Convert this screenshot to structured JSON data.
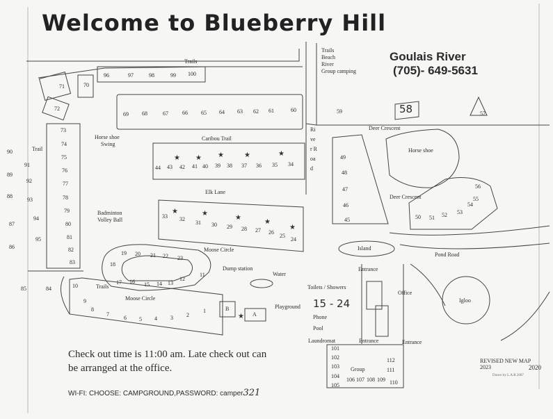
{
  "title": "Welcome to Blueberry Hill",
  "contact": {
    "place": "Goulais River",
    "phone": "(705)- 649-5631"
  },
  "notice": "Check out time is 11:00 am. Late check out can be arranged at the office.",
  "wifi": {
    "label": "WI-FI: CHOOSE: CAMPGROUND,PASSWORD: camper",
    "password_suffix": "321"
  },
  "revised": {
    "text": "REVISED NEW MAP 2023",
    "year": "2020",
    "credit": "Drawn by L.A.R 2007"
  },
  "labels": {
    "trails_top": "Trails",
    "trails_right": "Trails",
    "beach": "Beach",
    "river": "River",
    "group_camping": "Group camping",
    "trail_left": "Trail",
    "trails_bottom": "Trails",
    "horse_shoe_swing_1": "Horse shoe",
    "horse_shoe_swing_2": "Swing",
    "caribou_trail": "Caribou Trail",
    "elk_lane": "Elk Lane",
    "badminton": "Badminton",
    "volley_ball": "Volley Ball",
    "moose_circle_upper": "Moose Circle",
    "moose_circle_lower": "Moose Circle",
    "dump_station": "Dump station",
    "water": "Water",
    "playground": "Playground",
    "river_road": "River Road",
    "deer_crescent_top": "Deer Crescent",
    "deer_crescent_mid": "Deer Crescent",
    "horse_shoe": "Horse shoe",
    "pond_road": "Pond Road",
    "island": "Island",
    "entrance_top": "Entrance",
    "entrance_bottom": "Entrance",
    "entrance_right": "Entrance",
    "office": "Office",
    "toilets_showers": "Toilets / Showers",
    "phone": "Phone",
    "pool": "Pool",
    "laundromat": "Laundromat",
    "igloo": "Igloo",
    "group": "Group",
    "site_a": "A",
    "site_b": "B",
    "handwritten_1524": "15 - 24",
    "handwritten_58": "58"
  },
  "sites": {
    "top_row": [
      "96",
      "97",
      "98",
      "99",
      "100"
    ],
    "row_60_69": [
      "69",
      "68",
      "67",
      "66",
      "65",
      "64",
      "63",
      "62",
      "61",
      "60"
    ],
    "left_column": [
      "73",
      "74",
      "75",
      "76",
      "77",
      "78",
      "79",
      "80",
      "81",
      "82",
      "83"
    ],
    "outer_left": [
      "90",
      "91",
      "89",
      "92",
      "88",
      "93",
      "87",
      "94",
      "86",
      "95",
      "85",
      "84"
    ],
    "caribou_row": [
      "44",
      "43",
      "42",
      "41",
      "40",
      "39",
      "38",
      "37",
      "36",
      "35",
      "34"
    ],
    "elk_row": [
      "33",
      "32",
      "31",
      "30",
      "29",
      "28",
      "27",
      "26",
      "25",
      "24"
    ],
    "loop_top": [
      "19",
      "20",
      "21",
      "22",
      "23"
    ],
    "loop_bottom": [
      "18",
      "17",
      "16",
      "15",
      "14",
      "13",
      "12",
      "11"
    ],
    "moose_bottom": [
      "10",
      "9",
      "8",
      "7",
      "6",
      "5",
      "4",
      "3",
      "2",
      "1"
    ],
    "river_road_sites": [
      "49",
      "48",
      "47",
      "46",
      "45"
    ],
    "pond_sites": [
      "50",
      "51",
      "52",
      "53",
      "54",
      "55",
      "56"
    ],
    "group_sites_left": [
      "101",
      "102",
      "103",
      "104",
      "105"
    ],
    "group_sites_bottom": [
      "106",
      "107",
      "108",
      "109",
      "110"
    ],
    "group_sites_right": [
      "112",
      "111"
    ],
    "misc": {
      "s70": "70",
      "s71": "71",
      "s72": "72",
      "s57": "57",
      "s59": "59"
    }
  }
}
